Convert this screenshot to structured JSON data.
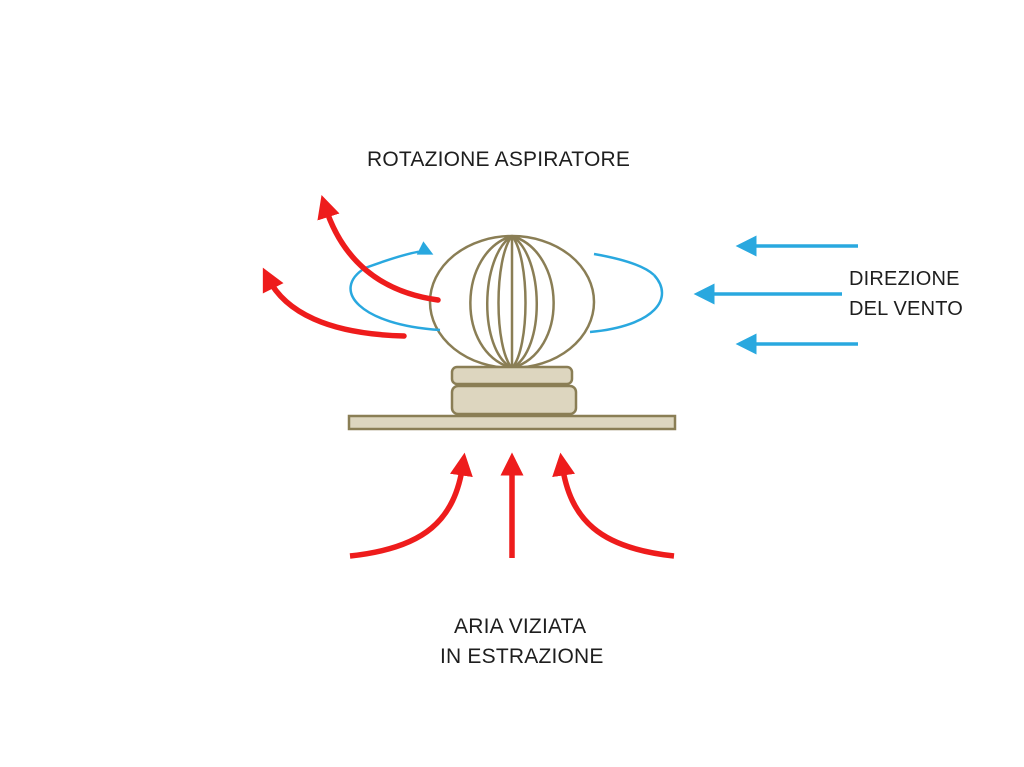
{
  "labels": {
    "rotation": "ROTAZIONE  ASPIRATORE",
    "wind_line1": "DIREZIONE",
    "wind_line2": "DEL VENTO",
    "exhaust_line1": "ARIA  VIZIATA",
    "exhaust_line2": "IN ESTRAZIONE"
  },
  "colors": {
    "warm_air": "#ee1c1c",
    "wind": "#29a8df",
    "fan_outline": "#8a7e55",
    "fan_fill": "#ddd6bf",
    "text": "#1e1e1e"
  },
  "icons": {
    "turbine": "turbine-ventilator-icon",
    "warm_air_arrow": "arrow-up-curved-icon",
    "wind_arrow": "arrow-left-icon",
    "rotation": "rotation-ellipse-icon"
  }
}
